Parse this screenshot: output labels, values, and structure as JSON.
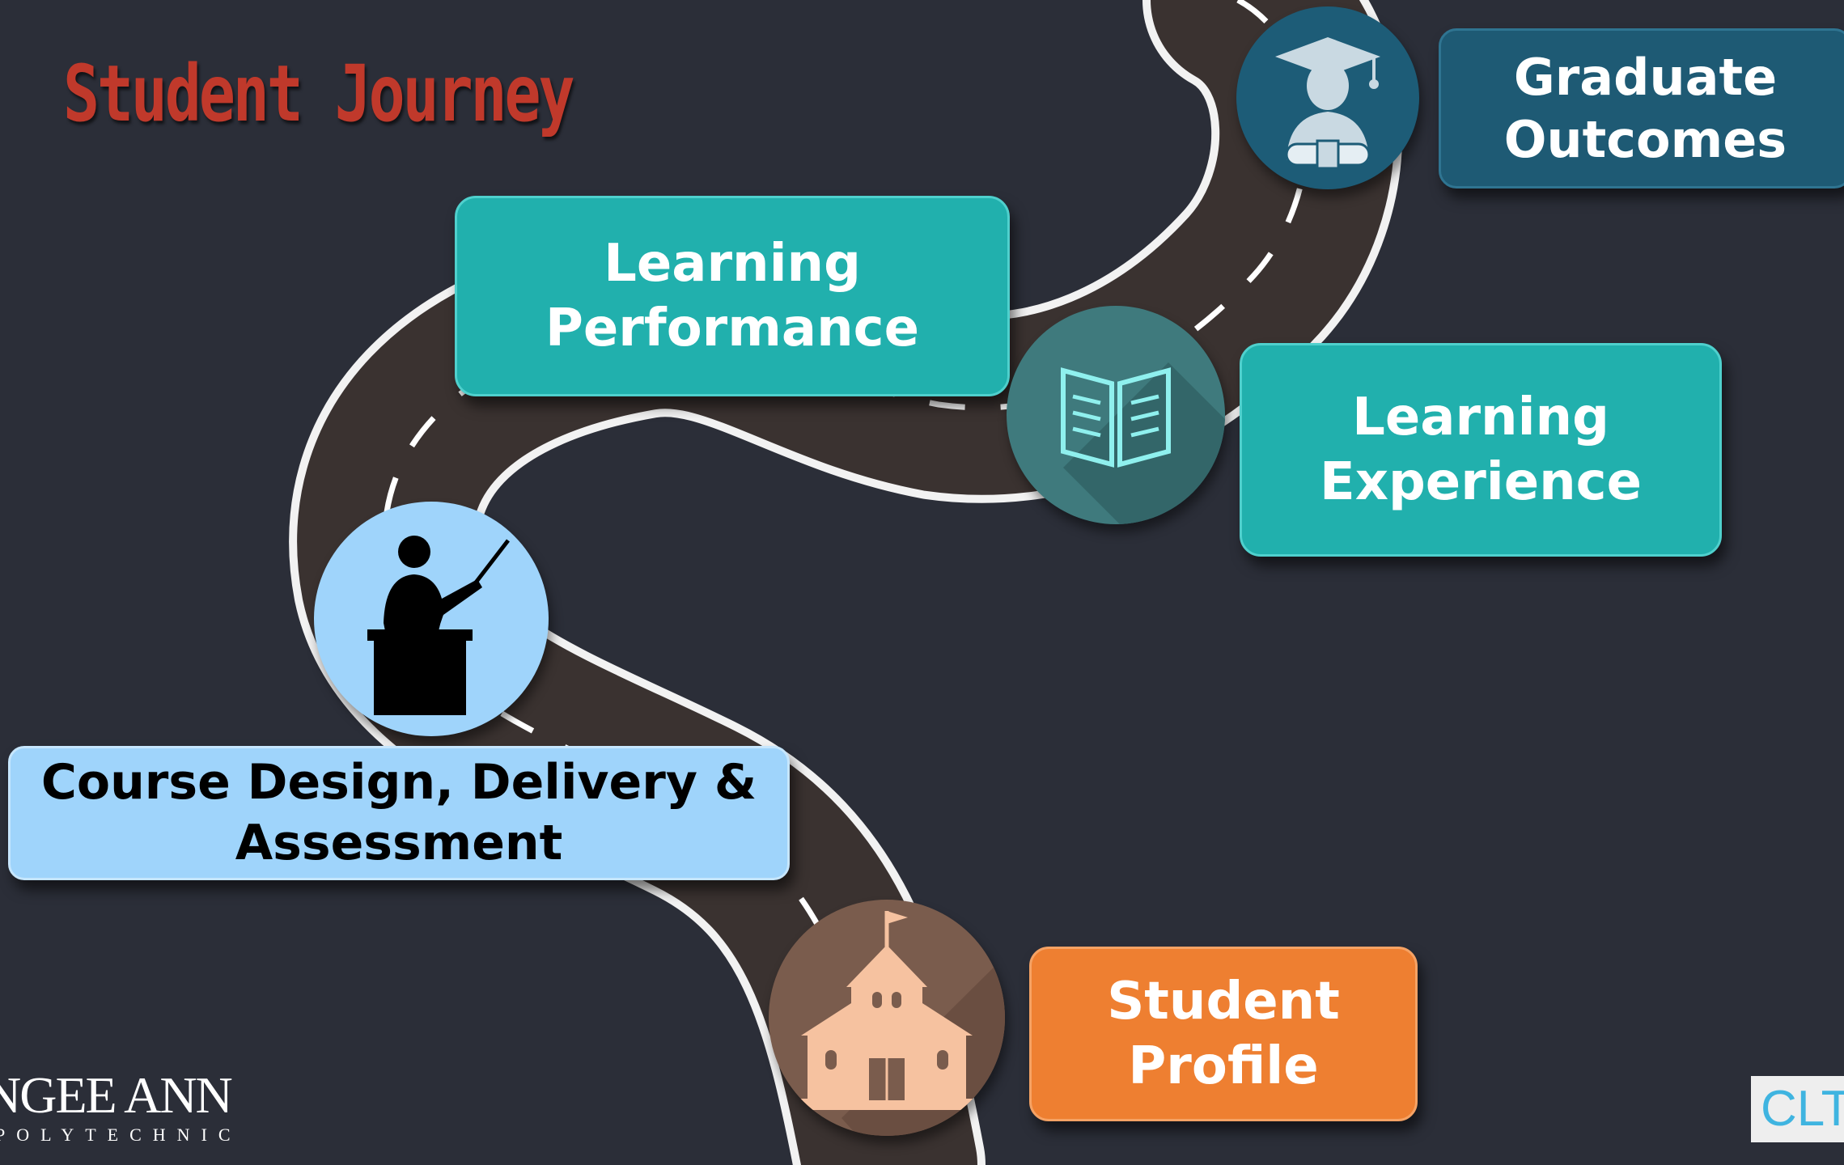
{
  "title": "Student Journey",
  "stages": {
    "graduate_outcomes": {
      "line1": "Graduate",
      "line2": "Outcomes",
      "icon": "graduate-icon",
      "color": "#1e5a74"
    },
    "learning_performance": {
      "line1": "Learning",
      "line2": "Performance",
      "color": "#21b0ad"
    },
    "learning_experience": {
      "line1": "Learning",
      "line2": "Experience",
      "icon": "book-icon",
      "color": "#21b0ad"
    },
    "course_design": {
      "line1": "Course Design, Delivery &",
      "line2": "Assessment",
      "icon": "teacher-icon",
      "color": "#9fd4fb"
    },
    "student_profile": {
      "line1": "Student",
      "line2": "Profile",
      "icon": "school-icon",
      "color": "#ee7f31"
    }
  },
  "logos": {
    "ngee_ann_main": "NGEE ANN",
    "ngee_ann_sub": "POLYTECHNIC",
    "clt": "CLT"
  },
  "colors": {
    "background": "#2b2e38",
    "title": "#c0392b",
    "road": "#3a3230"
  }
}
